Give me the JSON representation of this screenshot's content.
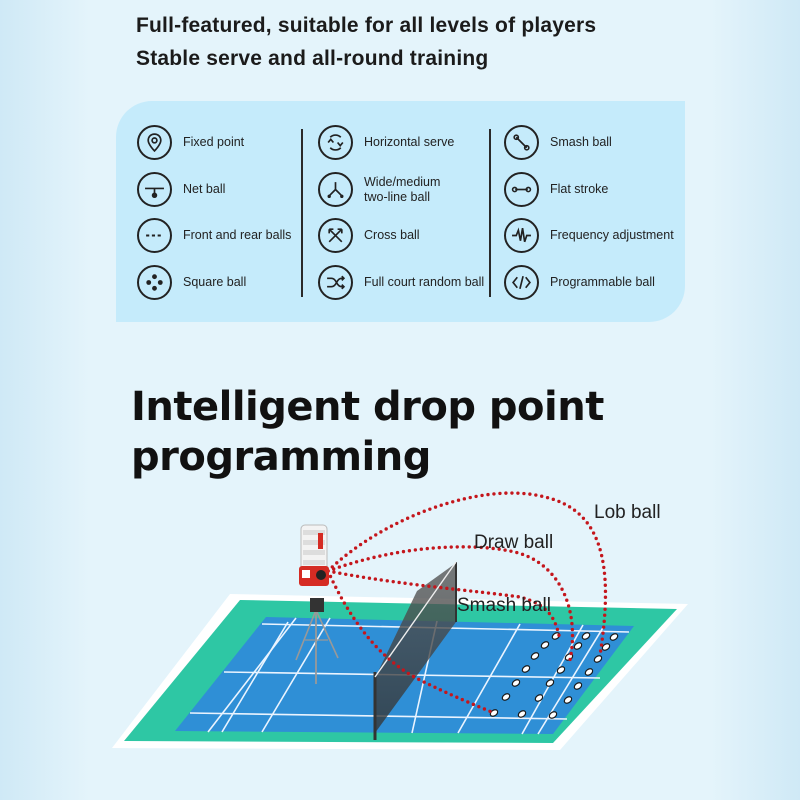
{
  "header": {
    "line1": "Full-featured, suitable for all levels of players",
    "line2": "Stable serve and all-round training"
  },
  "features": {
    "col1": [
      {
        "label": "Fixed point",
        "icon": "location-pin-icon"
      },
      {
        "label": "Net ball",
        "icon": "net-ball-icon"
      },
      {
        "label": "Front and rear balls",
        "icon": "dashed-line-icon"
      },
      {
        "label": "Square ball",
        "icon": "four-dots-icon"
      }
    ],
    "col2": [
      {
        "label": "Horizontal serve",
        "icon": "circular-arrows-icon"
      },
      {
        "label": "Wide/medium",
        "label2": "two-line ball",
        "icon": "fork-arrows-icon"
      },
      {
        "label": "Cross ball",
        "icon": "cross-arrows-icon"
      },
      {
        "label": "Full court random ball",
        "icon": "shuffle-icon"
      }
    ],
    "col3": [
      {
        "label": "Smash ball",
        "icon": "diagonal-line-icon"
      },
      {
        "label": "Flat stroke",
        "icon": "horizontal-line-icon"
      },
      {
        "label": "Frequency adjustment",
        "icon": "waveform-icon"
      },
      {
        "label": "Programmable ball",
        "icon": "code-icon"
      }
    ]
  },
  "title": {
    "line1": "Intelligent drop point",
    "line2": "programming"
  },
  "diagram": {
    "lob_label": "Lob ball",
    "draw_label": "Draw ball",
    "smash_label": "Smash ball",
    "colors": {
      "court_outer": "#2ec7a4",
      "court_inner": "#2f8fd6",
      "trajectory": "#c4161c",
      "machine": "#d52b23"
    }
  }
}
